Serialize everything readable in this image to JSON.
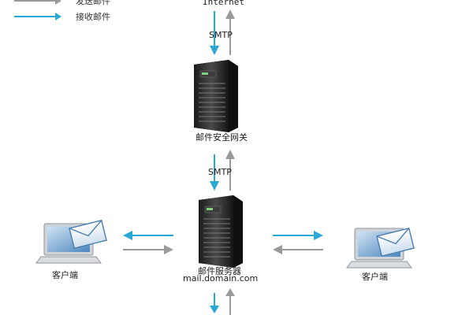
{
  "legend": {
    "send_label": "发送邮件",
    "receive_label": "接收邮件",
    "send_color": "#9a9a9a",
    "receive_color": "#2aa9d6"
  },
  "nodes": {
    "internet": "Internet",
    "gateway": "邮件安全网关",
    "server": "邮件服务器",
    "server_host": "mail.domain.com",
    "client_left": "客户端",
    "client_right": "客户端"
  },
  "links": {
    "internet_gateway_protocol": "SMTP",
    "gateway_server_protocol": "SMTP"
  },
  "icons": [
    "server-icon",
    "laptop-mail-icon",
    "arrow-icon"
  ]
}
